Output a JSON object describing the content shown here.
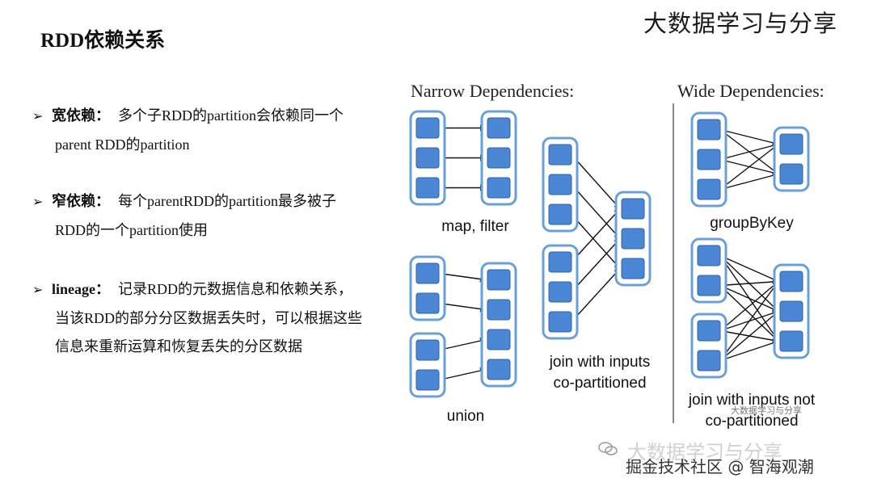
{
  "brand": "大数据学习与分享",
  "title": "RDD依赖关系",
  "bullets": [
    {
      "term": "宽依赖：",
      "line1": "多个子RDD的partition会依赖同一个",
      "line2": "parent RDD的partition",
      "line3": ""
    },
    {
      "term": "窄依赖：",
      "line1": "每个parentRDD的partition最多被子",
      "line2": "RDD的一个partition使用",
      "line3": ""
    },
    {
      "term": "lineage：",
      "line1": "记录RDD的元数据信息和依赖关系，",
      "line2": "当该RDD的部分分区数据丢失时，可以根据这些",
      "line3": "信息来重新运算和恢复丢失的分区数据"
    }
  ],
  "diagram": {
    "narrow_header": "Narrow Dependencies:",
    "wide_header": "Wide Dependencies:",
    "labels": {
      "map_filter": "map, filter",
      "union": "union",
      "join_copart_1": "join with inputs",
      "join_copart_2": "co-partitioned",
      "groupbykey": "groupByKey",
      "join_noncopart_1": "join with inputs not",
      "join_noncopart_2": "co-partitioned"
    },
    "watermark": "大数据学习与分享",
    "colors": {
      "partition_fill": "#4a86d4",
      "rdd_border": "#6aa0d8",
      "edge": "#111111"
    }
  },
  "footer": {
    "ghost": "大数据学习与分享",
    "credit": "掘金技术社区 @ 智海观潮",
    "icon": "chat-bubble-icon"
  }
}
